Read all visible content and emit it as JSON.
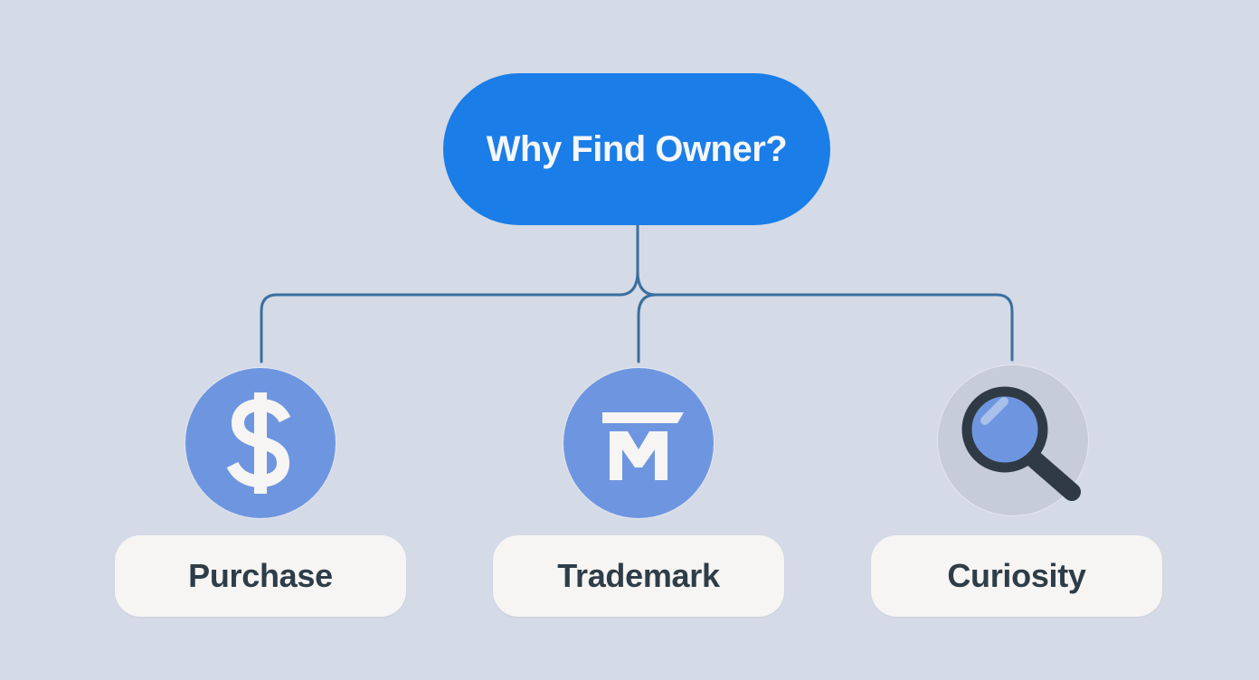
{
  "diagram": {
    "root": {
      "label": "Why Find Owner?",
      "color": "#1a7de8"
    },
    "branches": [
      {
        "label": "Purchase",
        "icon": "dollar-sign-icon",
        "circle_color": "#6e96e0"
      },
      {
        "label": "Trademark",
        "icon": "trademark-m-icon",
        "circle_color": "#6e96e0"
      },
      {
        "label": "Curiosity",
        "icon": "magnifying-glass-icon",
        "circle_color": "#c6ccd8"
      }
    ],
    "icons": {
      "dollar": "$"
    },
    "connector_color": "#3a6f9f",
    "background": "#d4dae6"
  }
}
